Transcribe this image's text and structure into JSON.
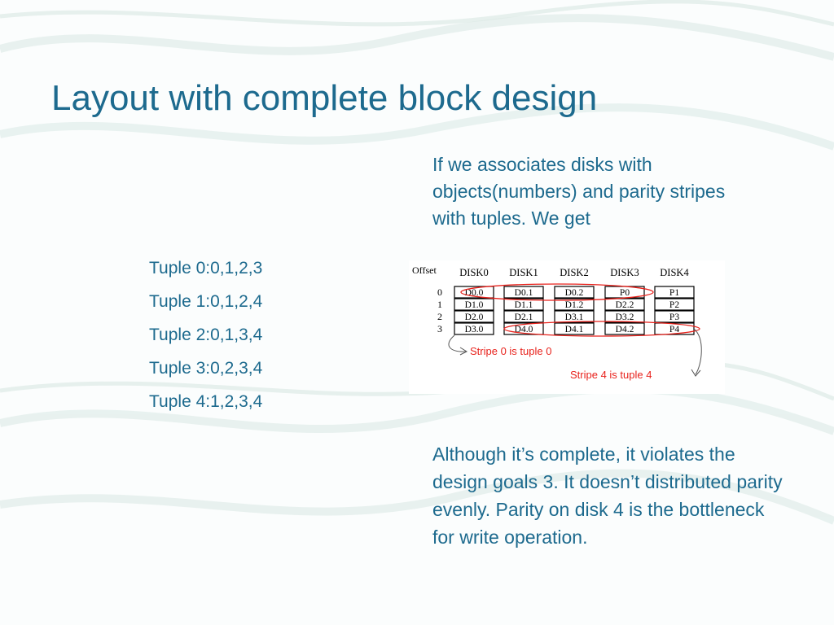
{
  "slide": {
    "title": "Layout with complete block design",
    "intro": "If we associates disks with objects(numbers) and parity stripes with tuples. We get",
    "tuples": [
      "Tuple 0:0,1,2,3",
      "Tuple 1:0,1,2,4",
      "Tuple 2:0,1,3,4",
      "Tuple 3:0,2,3,4",
      "Tuple 4:1,2,3,4"
    ],
    "conclusion": "Although it’s complete, it violates the design goals 3. It doesn’t distributed parity evenly. Parity on disk 4 is the bottleneck for write operation."
  },
  "figure": {
    "offset_label": "Offset",
    "disks": [
      "DISK0",
      "DISK1",
      "DISK2",
      "DISK3",
      "DISK4"
    ],
    "offsets": [
      "0",
      "1",
      "2",
      "3"
    ],
    "rows": [
      [
        "D0.0",
        "D0.1",
        "D0.2",
        "P0",
        "P1"
      ],
      [
        "D1.0",
        "D1.1",
        "D1.2",
        "D2.2",
        "P2"
      ],
      [
        "D2.0",
        "D2.1",
        "D3.1",
        "D3.2",
        "P3"
      ],
      [
        "D3.0",
        "D4.0",
        "D4.1",
        "D4.2",
        "P4"
      ]
    ],
    "annotation_stripe0": "Stripe 0 is tuple 0",
    "annotation_stripe4": "Stripe 4 is tuple 4",
    "annotation_color": "#e8221c",
    "text_color": "#1d6a8e"
  }
}
